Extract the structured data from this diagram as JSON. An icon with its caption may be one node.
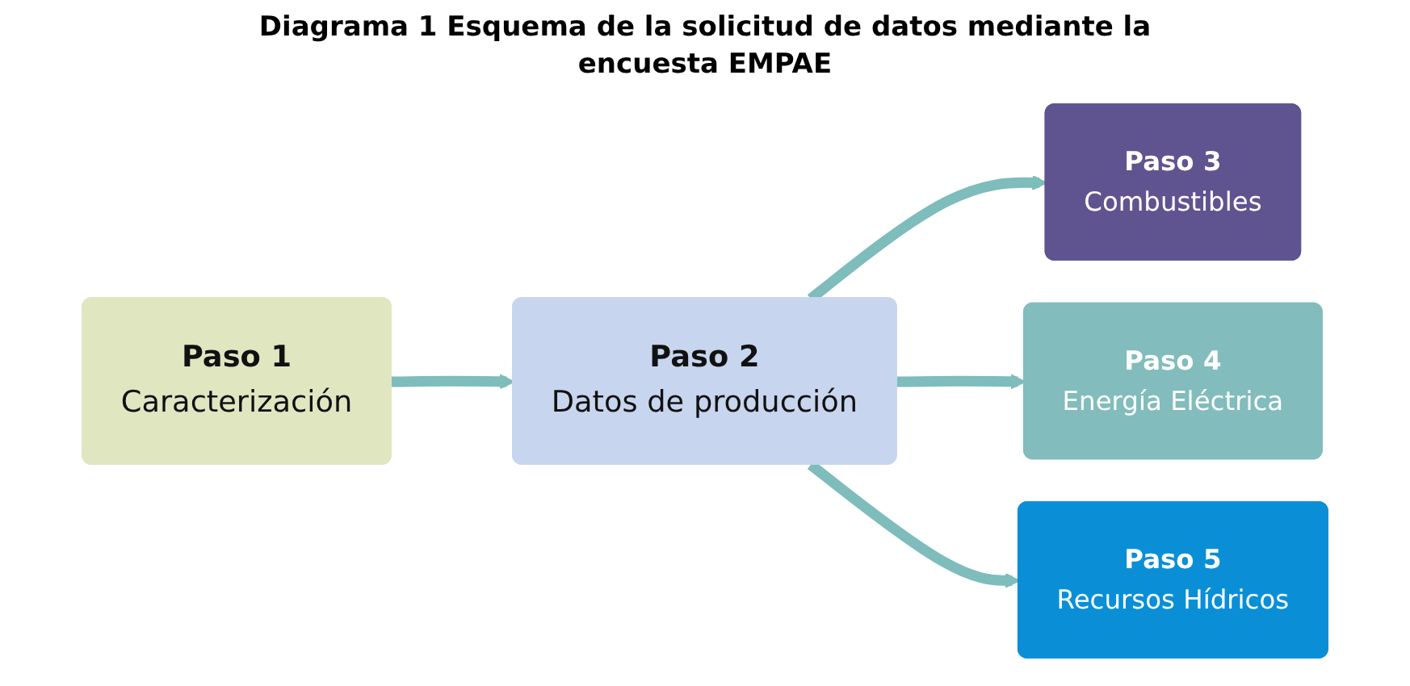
{
  "diagram": {
    "title": "Diagrama 1 Esquema de la solicitud de datos mediante la encuesta EMPAE",
    "nodes": [
      {
        "text": [
          "Paso 1",
          "Caracterización"
        ]
      },
      {
        "text": [
          "Paso 2",
          "Datos de producción"
        ]
      },
      {
        "text": [
          "Paso 3",
          "Combustibles"
        ]
      },
      {
        "text": [
          "Paso 4",
          "Energía Eléctrica"
        ]
      },
      {
        "text": [
          "Paso 5",
          "Recursos Hídricos"
        ]
      }
    ],
    "edges": [
      {
        "from": 0,
        "to": 1,
        "arrow": "to"
      },
      {
        "from": 1,
        "to": 2,
        "arrow": "to"
      },
      {
        "from": 1,
        "to": 3,
        "arrow": "to"
      },
      {
        "from": 1,
        "to": 4,
        "arrow": "to"
      }
    ]
  }
}
